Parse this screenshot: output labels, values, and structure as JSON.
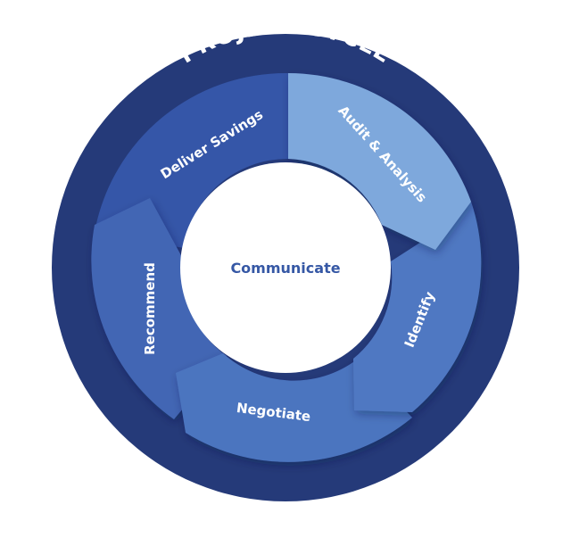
{
  "title": "PROJECT CYCLE",
  "center": {
    "label": "Communicate"
  },
  "steps": [
    {
      "id": "audit",
      "label": "Audit & Analysis"
    },
    {
      "id": "identify",
      "label": "Identify"
    },
    {
      "id": "negotiate",
      "label": "Negotiate"
    },
    {
      "id": "recommend",
      "label": "Recommend"
    },
    {
      "id": "deliver",
      "label": "Deliver Savings"
    }
  ],
  "colors": {
    "outer_ring": "#253a79",
    "audit": "#7ea8dc",
    "identify": "#5078c2",
    "negotiate": "#4c74bf",
    "recommend": "#4366b4",
    "deliver": "#3556a8",
    "center_fill": "#ffffff",
    "center_text": "#3658a5",
    "label_text": "#ffffff"
  }
}
